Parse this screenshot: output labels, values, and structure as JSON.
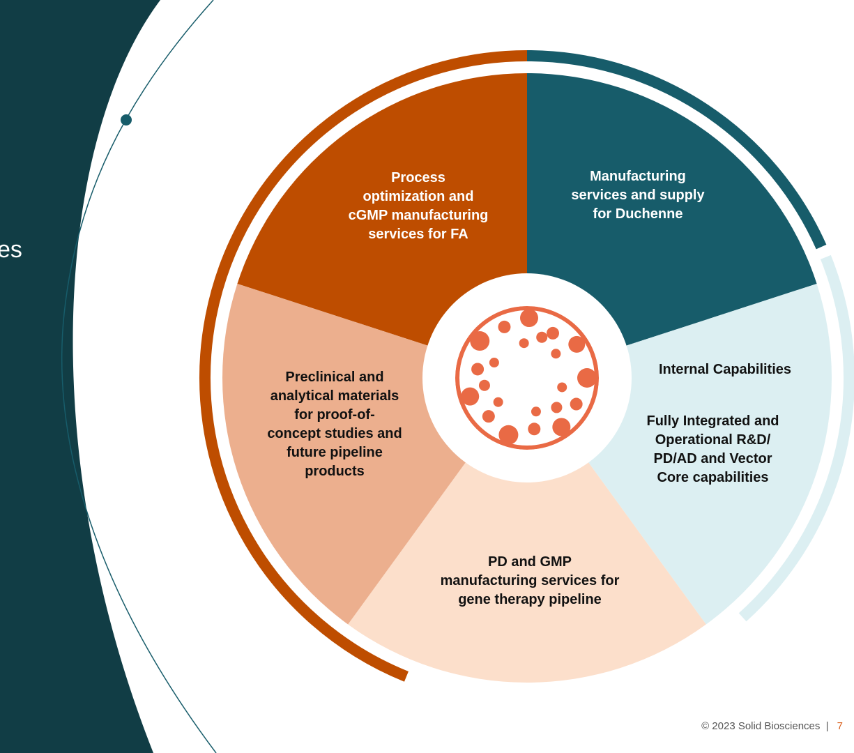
{
  "left_panel": {
    "text_fragment": "es"
  },
  "segments": {
    "top_left": {
      "text": "Process\noptimization and\ncGMP manufacturing\nservices for FA",
      "color": "#be4d00"
    },
    "top_right": {
      "text": "Manufacturing\nservices and supply\nfor Duchenne",
      "color": "#175c6a"
    },
    "right_title": {
      "text": "Internal Capabilities"
    },
    "right_body": {
      "text": "Fully Integrated and\nOperational R&D/\nPD/AD and Vector\nCore capabilities",
      "color": "#dceff2"
    },
    "bottom": {
      "text": "PD and GMP\nmanufacturing services for\ngene therapy pipeline",
      "color": "#fcdfcb"
    },
    "left": {
      "text": "Preclinical and\nanalytical materials\nfor proof-of-\nconcept studies and\nfuture pipeline\nproducts",
      "color": "#ecaf8e"
    }
  },
  "center_icon": {
    "name": "cell-molecule-icon",
    "color": "#e96a45"
  },
  "colors": {
    "dark_panel": "#113d45",
    "orange_ring": "#be4d00",
    "teal_ring": "#175c6a",
    "light_ring": "#dceff2"
  },
  "footer": {
    "copyright": "© 2023 Solid Biosciences",
    "separator": "|",
    "page_number": "7"
  }
}
